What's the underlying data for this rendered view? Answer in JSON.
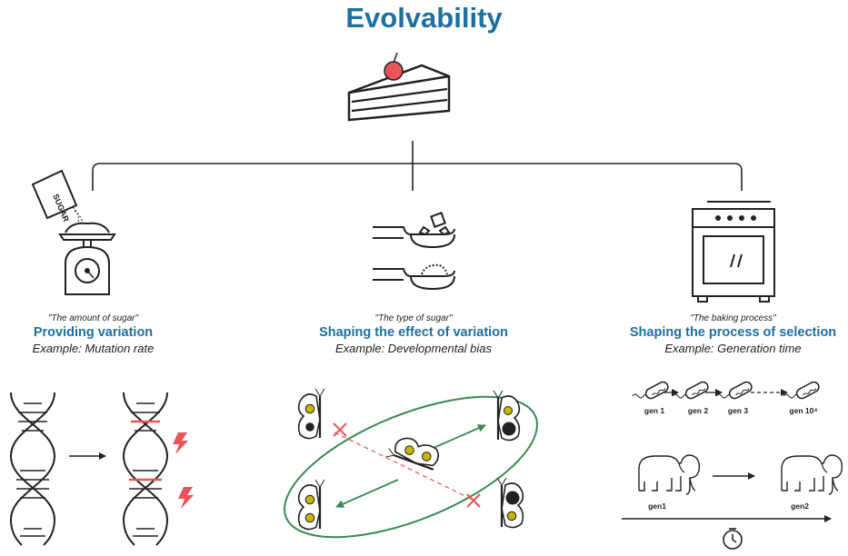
{
  "title": "Evolvability",
  "columns": [
    {
      "quote": "\"The amount of sugar\"",
      "heading": "Providing variation",
      "example": "Example: Mutation rate"
    },
    {
      "quote": "\"The type of sugar\"",
      "heading": "Shaping the effect of variation",
      "example": "Example: Developmental bias"
    },
    {
      "quote": "\"The baking process\"",
      "heading": "Shaping the process of selection",
      "example": "Example: Generation time"
    }
  ],
  "sugar_bag_label": "SUGAR",
  "bacteria_generations": [
    "gen 1",
    "gen 2",
    "gen 3",
    "gen 10⁴"
  ],
  "elephant_generations": [
    "gen1",
    "gen2"
  ],
  "colors": {
    "accent": "#1f6f9f",
    "mutation": "#e8545a",
    "bias_ellipse": "#3a8a52",
    "wing_dot": "#c8b400"
  },
  "icons": [
    "cake-icon",
    "sugar-bag-icon",
    "scale-icon",
    "spoon-icon",
    "oven-icon",
    "dna-icon",
    "lightning-icon",
    "butterfly-icon",
    "bacterium-icon",
    "elephant-icon",
    "stopwatch-icon"
  ]
}
